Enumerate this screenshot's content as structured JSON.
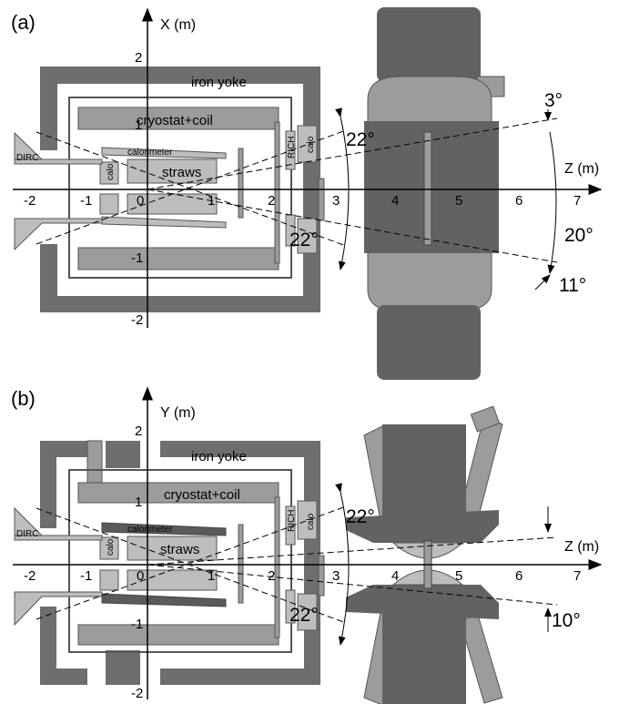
{
  "panel_a": {
    "label": "(a)",
    "vertical_axis": "X (m)",
    "horizontal_axis": "Z (m)",
    "z_ticks": [
      "-2",
      "-1",
      "0",
      "1",
      "2",
      "3",
      "4",
      "5",
      "6",
      "7"
    ],
    "x_ticks": [
      "2",
      "1",
      "-1",
      "-2"
    ],
    "iron_yoke": "iron yoke",
    "cryostat": "cryostat+coil",
    "calorimeter": "calorimeter",
    "straws": "straws",
    "calo": "calo",
    "dirc": "DIRC",
    "rich": "RICH",
    "calo_fwd": "calo",
    "angle_top": "22°",
    "angle_bottom": "22°",
    "angle_3": "3°",
    "angle_20": "20°",
    "angle_11": "11°"
  },
  "panel_b": {
    "label": "(b)",
    "vertical_axis": "Y (m)",
    "horizontal_axis": "Z (m)",
    "z_ticks": [
      "-2",
      "-1",
      "0",
      "1",
      "2",
      "3",
      "4",
      "5",
      "6",
      "7"
    ],
    "y_ticks": [
      "2",
      "1",
      "-1",
      "-2"
    ],
    "iron_yoke": "iron yoke",
    "cryostat": "cryostat+coil",
    "calorimeter": "calorimeter",
    "straws": "straws",
    "calo": "calo",
    "dirc": "DIRC",
    "rich": "RICH",
    "calo_fwd": "calo",
    "angle_top": "22°",
    "angle_bottom": "22°",
    "angle_10": "10°"
  },
  "colors": {
    "iron": "#6e6e6e",
    "dipole": "#626262",
    "light": "#bdbdbd",
    "mid": "#9c9c9c",
    "dark": "#5a5a5a"
  }
}
